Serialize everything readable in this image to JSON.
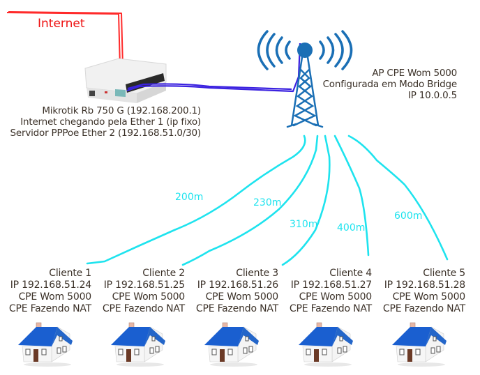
{
  "internet": {
    "label": "Internet"
  },
  "router": {
    "lines": [
      "Mikrotik Rb 750 G (192.168.200.1)",
      "Internet chegando pela Ether 1 (ip fixo)",
      "Servidor PPPoe  Ether 2 (192.168.51.0/30)"
    ]
  },
  "ap": {
    "lines": [
      "AP CPE Wom 5000",
      "Configurada em Modo Bridge",
      "IP 10.0.0.5"
    ]
  },
  "links": [
    {
      "distance": "200m"
    },
    {
      "distance": "230m"
    },
    {
      "distance": "310m"
    },
    {
      "distance": "400m"
    },
    {
      "distance": "600m"
    }
  ],
  "clients": [
    {
      "name": "Cliente 1",
      "ip": "IP 192.168.51.24",
      "device": "CPE Wom 5000",
      "mode": "CPE Fazendo NAT"
    },
    {
      "name": "Cliente 2",
      "ip": "IP 192.168.51.25",
      "device": "CPE Wom 5000",
      "mode": "CPE Fazendo NAT"
    },
    {
      "name": "Cliente 3",
      "ip": "IP 192.168.51.26",
      "device": "CPE Wom 5000",
      "mode": "CPE Fazendo NAT"
    },
    {
      "name": "Cliente 4",
      "ip": "IP 192.168.51.27",
      "device": "CPE Wom 5000",
      "mode": "CPE Fazendo NAT"
    },
    {
      "name": "Cliente 5",
      "ip": "IP 192.168.51.28",
      "device": "CPE Wom 5000",
      "mode": "CPE Fazendo NAT"
    }
  ],
  "colors": {
    "internet_line": "#ff2a2a",
    "ethernet_line": "#3b22e0",
    "wireless_line": "#1ee3ee",
    "tower": "#1a6fb5",
    "roof": "#1a5fd0",
    "text": "#3b3128"
  }
}
